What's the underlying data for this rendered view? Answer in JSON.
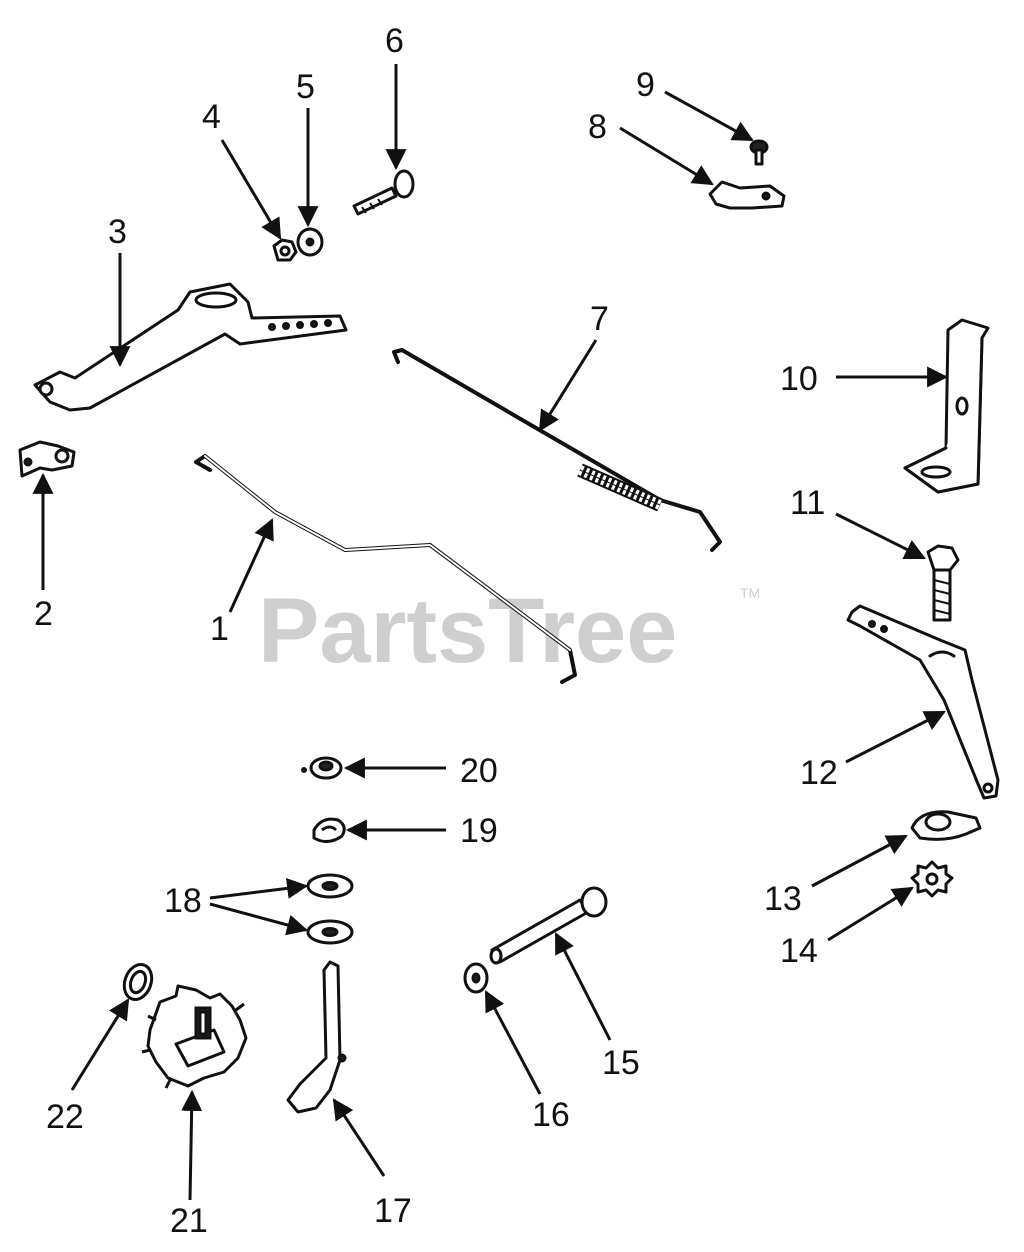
{
  "watermark": {
    "text": "PartsTree",
    "trademark": "TM",
    "color": "#cfcfcf"
  },
  "callouts": {
    "c1": "1",
    "c2": "2",
    "c3": "3",
    "c4": "4",
    "c5": "5",
    "c6": "6",
    "c7": "7",
    "c8": "8",
    "c9": "9",
    "c10": "10",
    "c11": "11",
    "c12": "12",
    "c13": "13",
    "c14": "14",
    "c15": "15",
    "c16": "16",
    "c17": "17",
    "c18": "18",
    "c19": "19",
    "c20": "20",
    "c21": "21",
    "c22": "22"
  },
  "colors": {
    "ink": "#111111",
    "background": "#ffffff"
  }
}
